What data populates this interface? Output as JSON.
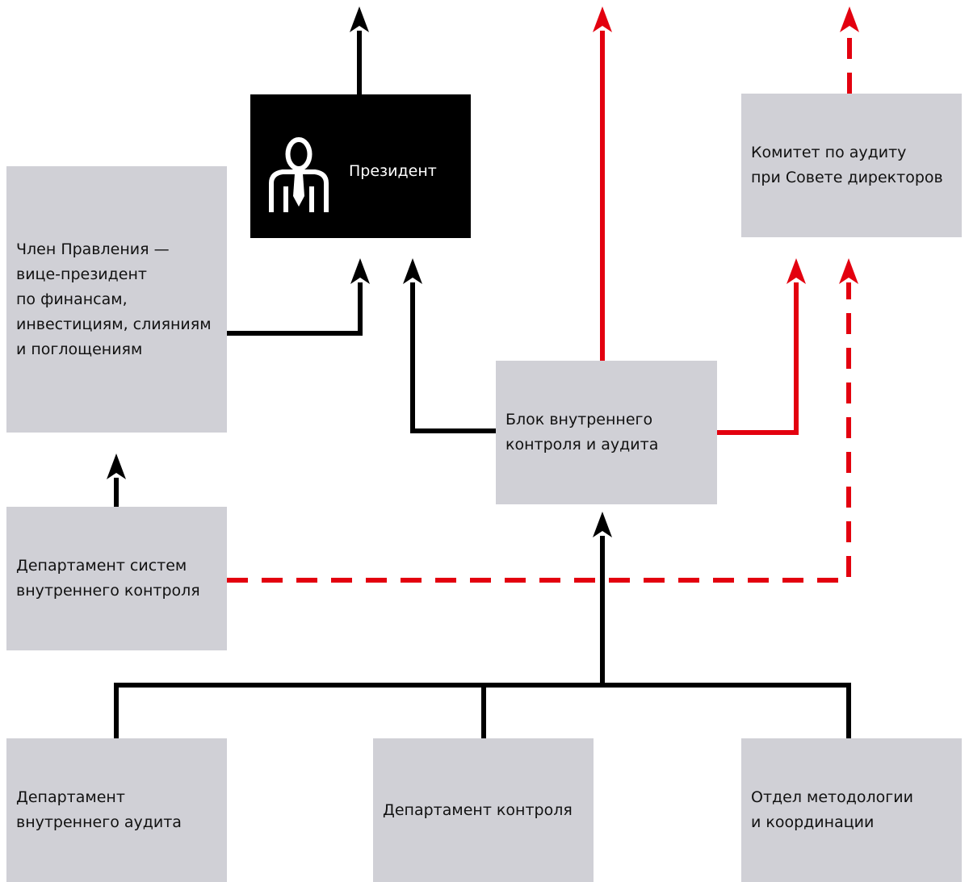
{
  "colors": {
    "box_fill": "#d0d0d6",
    "president_fill": "#000000",
    "line_black": "#000000",
    "line_red": "#e3000f"
  },
  "nodes": {
    "president": {
      "label": "Президент",
      "icon": "person-with-tie-icon"
    },
    "audit_committee": {
      "label": "Комитет по аудиту\nпри Совете директоров"
    },
    "cfo": {
      "label": "Член Правления —\nвице-президент\nпо финансам,\nинвестициям, слияниям\nи поглощениям"
    },
    "internal_control_block": {
      "label": "Блок внутреннего\nконтроля и аудита"
    },
    "internal_control_systems_dept": {
      "label": "Департамент систем\nвнутреннего контроля"
    },
    "internal_audit_dept": {
      "label": "Департамент\nвнутреннего аудита"
    },
    "control_dept": {
      "label": "Департамент контроля"
    },
    "methodology_dept": {
      "label": "Отдел методологии\nи координации"
    }
  },
  "edges": [
    {
      "from": "president",
      "to": "external-top",
      "style": "solid",
      "color": "black"
    },
    {
      "from": "internal_control_block",
      "to": "external-top",
      "style": "solid",
      "color": "red"
    },
    {
      "from": "audit_committee",
      "to": "external-top",
      "style": "dashed",
      "color": "red"
    },
    {
      "from": "cfo",
      "to": "president",
      "style": "solid",
      "color": "black"
    },
    {
      "from": "internal_control_block",
      "to": "president",
      "style": "solid",
      "color": "black"
    },
    {
      "from": "internal_control_block",
      "to": "audit_committee",
      "style": "solid",
      "color": "red"
    },
    {
      "from": "internal_control_systems_dept",
      "to": "cfo",
      "style": "solid",
      "color": "black"
    },
    {
      "from": "internal_control_systems_dept",
      "to": "audit_committee",
      "style": "dashed",
      "color": "red"
    },
    {
      "from": "internal_audit_dept",
      "to": "internal_control_block",
      "style": "solid",
      "color": "black"
    },
    {
      "from": "control_dept",
      "to": "internal_control_block",
      "style": "solid",
      "color": "black"
    },
    {
      "from": "methodology_dept",
      "to": "internal_control_block",
      "style": "solid",
      "color": "black"
    }
  ]
}
